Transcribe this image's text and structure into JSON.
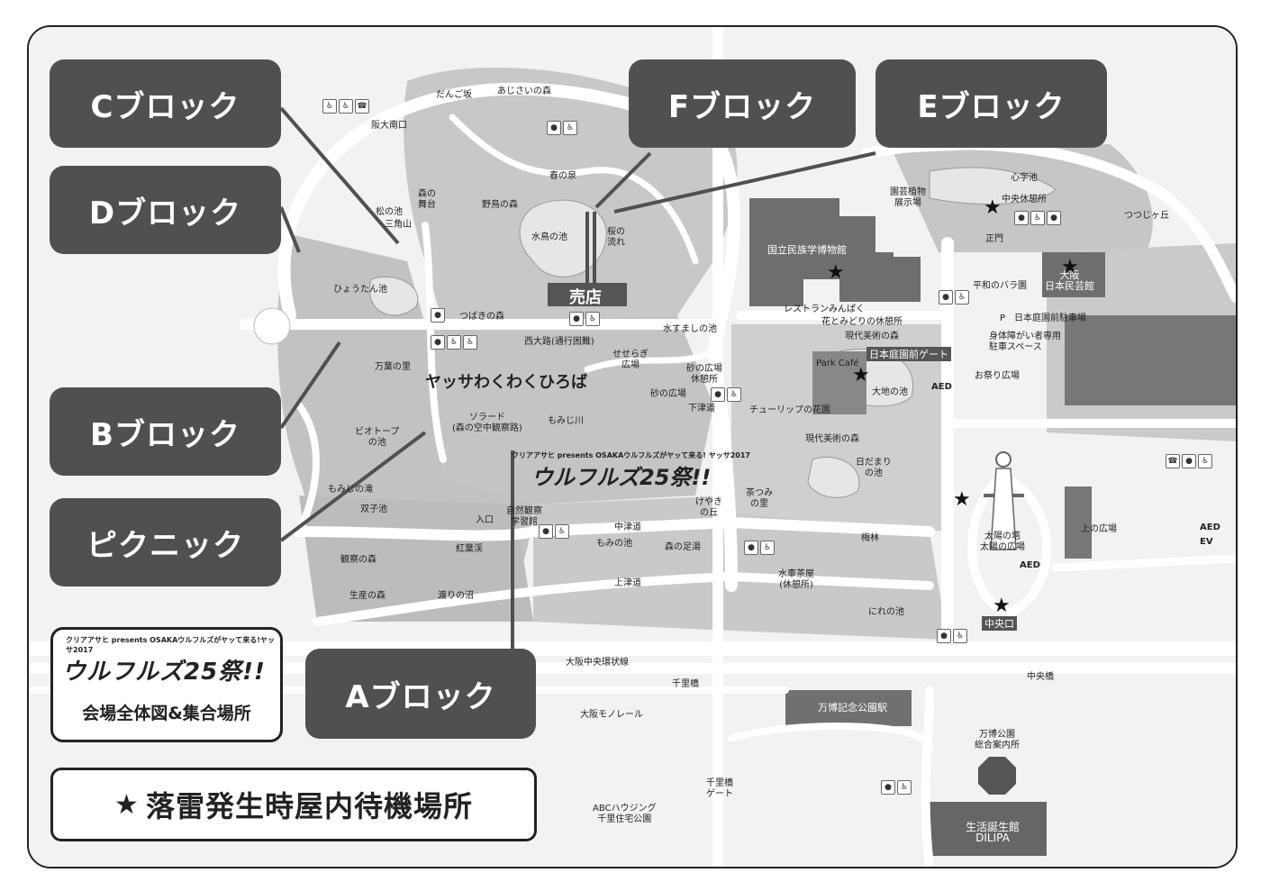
{
  "blocks": {
    "c": "Cブロック",
    "d": "Dブロック",
    "b": "Bブロック",
    "picnic": "ピクニック",
    "f": "Fブロック",
    "e": "Eブロック",
    "a": "Aブロック"
  },
  "poster": {
    "top_line": "クリアアサヒ presents OSAKAウルフルズがヤッて来る!ヤッサ2017",
    "title": "ウルフルズ25祭!!",
    "subtitle": "会場全体図&集合場所"
  },
  "legend": {
    "star": "★",
    "text": "落雷発生時屋内待機場所"
  },
  "center_logo": {
    "top": "クリアアサヒ presents OSAKAウルフルズがヤッて来る! ヤッサ2017",
    "title": "ウルフルズ25祭!!"
  },
  "map_labels": {
    "baidai_minamiguchi": "阪大南口",
    "dango_zaka": "だんご坂",
    "ajisai_no_mori": "あじさいの森",
    "mori_no_butai": "森の\n舞台",
    "matsu_no_ike": "松の池",
    "sankakuyama": "三角山",
    "haru_no_izumi": "春の泉",
    "yacho_no_mori": "野鳥の森",
    "suicho_no_ike": "水鳥の池",
    "sakura_no_nagare": "桜の\n流れ",
    "hyoutan_ike": "ひょうたん池",
    "baiten": "売店",
    "tsubaki_no_mori": "つばきの森",
    "nishi_oji": "西大路(通行困難)",
    "manyo_no_sato": "万葉の里",
    "yassa_hiroba": "ヤッサわくわくひろば",
    "seseragi": "せせらぎ\n広場",
    "mizusumashi": "水すましの池",
    "suna_hiroba": "砂の広場\n休憩所",
    "suna_no_hiroba": "砂の広場",
    "shimotsu_michi": "下津道",
    "biotope": "ビオトープ\nの池",
    "solard": "ソラード\n(森の空中観察路)",
    "momiji_gawa": "もみじ川",
    "momiji_no_taki": "もみじの滝",
    "futago_ike": "双子池",
    "shizen_kansatsu": "自然観察\n学習館",
    "iriguchi": "入口",
    "koyo_kei": "紅葉渓",
    "kansatsu_no_mori": "観察の森",
    "seisan_no_mori": "生産の森",
    "watari_no_numa": "渡りの沼",
    "nakatsu_michi": "中津道",
    "momiji_no_ike": "もみの池",
    "mori_no_ashiyu": "森の足湯",
    "keyaki_no_oka": "けやき\nの丘",
    "kamitsu_michi": "上津道",
    "minpaku": "国立民族学博物館",
    "restaurant": "レストランみんぱく",
    "hana_midori": "花とみどりの休憩所",
    "gendai_bijutsu": "現代美術の森",
    "nihon_teien_gate": "日本庭園前ゲート",
    "park_cafe": "Park Café",
    "daichi_no_ike": "大地の池",
    "tulip": "チューリップの花園",
    "gendai_bijutsu2": "現代美術の森",
    "hidamari": "日だまり\nの池",
    "chatsumi": "茶つみ\nの里",
    "bairin": "梅林",
    "suisha_chaya": "水車茶屋\n(休憩所)",
    "nireno_ike": "にれの池",
    "engei_shokubutsu": "園芸植物\n展示場",
    "kokoro_ike": "心字池",
    "chuo_kyukeisho": "中央休憩所",
    "tsutsuji_oka": "つつじヶ丘",
    "seimon": "正門",
    "osaka_mingei": "大阪\n日本民芸館",
    "heiwa_bara": "平和のバラ園",
    "nihon_teien_parking": "日本庭園前駐車場",
    "shintai_parking": "身体障がい者専用\n駐車スペース",
    "omatsuri_hiroba": "お祭り広場",
    "taiyo_no_to": "太陽の塔\n太陽の広場",
    "ue_no_hiroba": "上の広場",
    "chuo_guchi": "中央口",
    "osaka_chuo_kanjo": "大阪中央環状線",
    "senri_bashi": "千里橋",
    "chuo_bashi": "中央橋",
    "banpaku_station": "万博記念公園駅",
    "osaka_monorail": "大阪モノレール",
    "banpaku_info": "万博公園\n総合案内所",
    "senri_bashi_gate": "千里橋\nゲート",
    "abc_housing": "ABCハウジング\n千里住宅公園",
    "dilipa": "生活誕生館\nDILIPA",
    "aed": "AED",
    "ev": "EV",
    "p": "P"
  },
  "colors": {
    "block_bg": "#505050",
    "road": "#ffffff",
    "greenery": "#bdbdbd",
    "building": "#6e6e6e",
    "background": "#f2f2f2"
  }
}
